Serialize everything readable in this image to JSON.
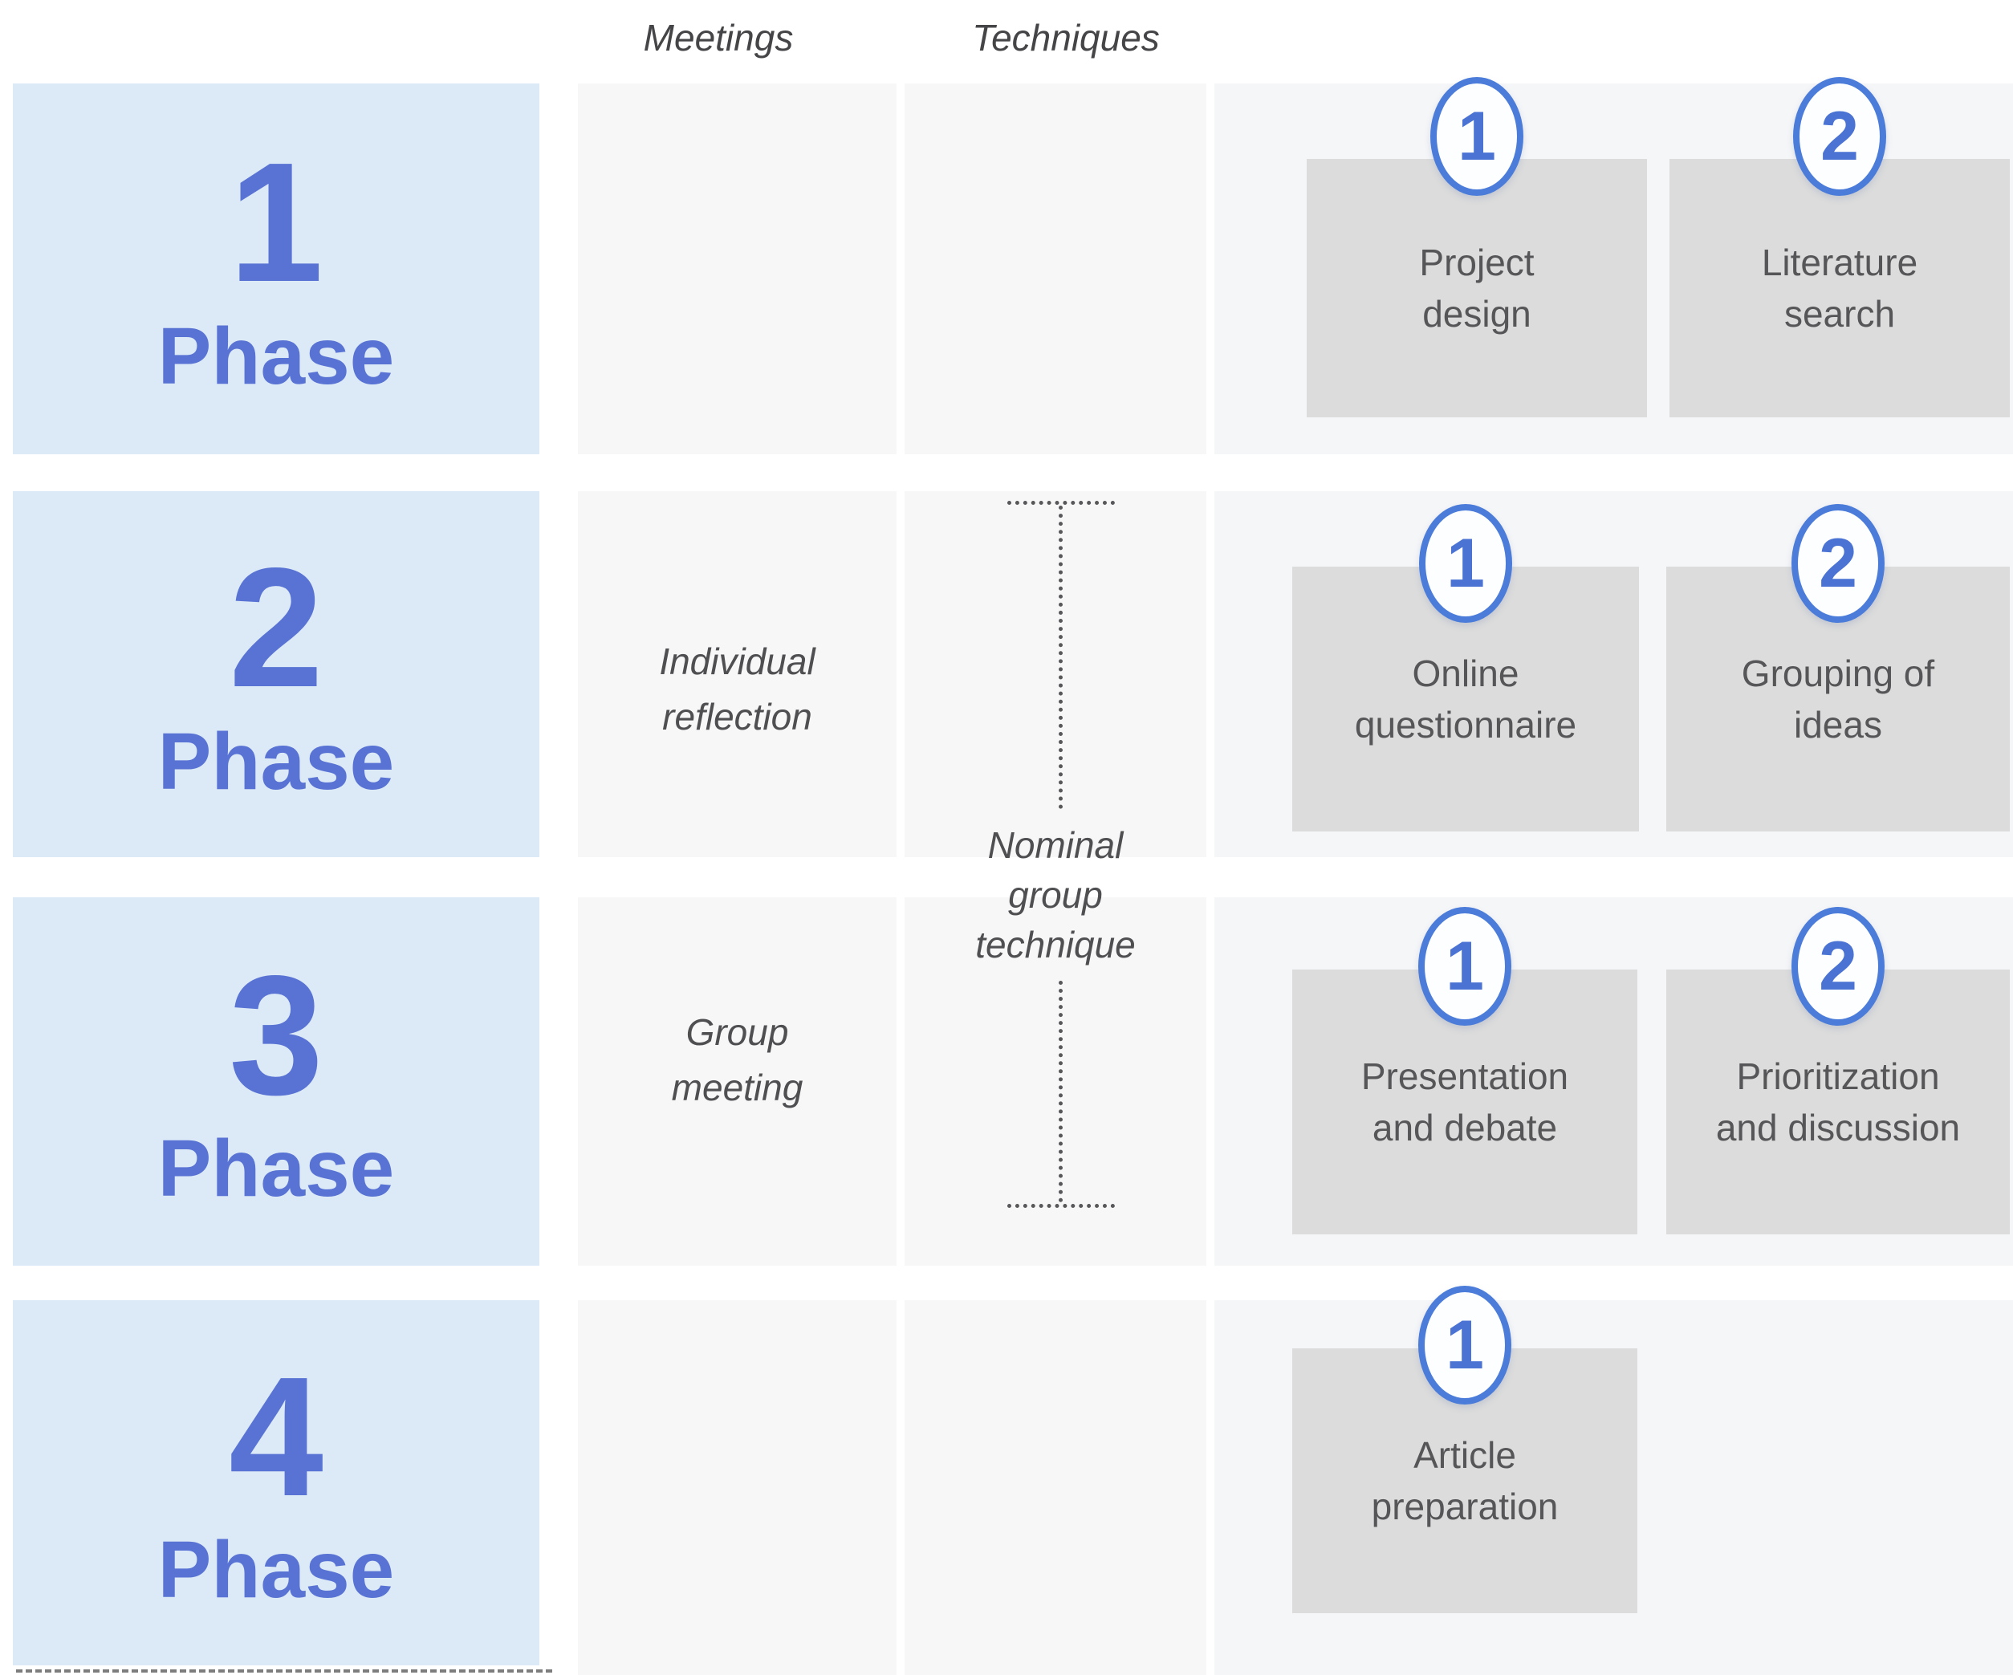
{
  "columns": {
    "meetings_label": "Meetings",
    "techniques_label": "Techniques"
  },
  "technique_bracket": {
    "lines": [
      "Nominal",
      "group",
      "technique"
    ]
  },
  "phases": [
    {
      "number": "1",
      "label": "Phase",
      "meeting_lines": [],
      "steps": [
        {
          "num": "1",
          "lines": [
            "Project",
            "design"
          ]
        },
        {
          "num": "2",
          "lines": [
            "Literature",
            "search"
          ]
        }
      ]
    },
    {
      "number": "2",
      "label": "Phase",
      "meeting_lines": [
        "Individual",
        "reflection"
      ],
      "steps": [
        {
          "num": "1",
          "lines": [
            "Online",
            "questionnaire"
          ]
        },
        {
          "num": "2",
          "lines": [
            "Grouping of",
            "ideas"
          ]
        }
      ]
    },
    {
      "number": "3",
      "label": "Phase",
      "meeting_lines": [
        "Group",
        "meeting"
      ],
      "steps": [
        {
          "num": "1",
          "lines": [
            "Presentation",
            "and debate"
          ]
        },
        {
          "num": "2",
          "lines": [
            "Prioritization",
            "and discussion"
          ]
        }
      ]
    },
    {
      "number": "4",
      "label": "Phase",
      "meeting_lines": [],
      "steps": [
        {
          "num": "1",
          "lines": [
            "Article",
            "preparation"
          ]
        }
      ]
    }
  ],
  "colors": {
    "phase_box_bg": "#dce9f7",
    "phase_text": "#5873d3",
    "badge_border": "#4b7cd9",
    "badge_digit": "#4a73d4",
    "step_box_bg": "#dcdcdc",
    "step_text": "#565659",
    "strip_bg": "#f6f7f8",
    "header_text": "#454548",
    "dotted_line": "#58585a"
  }
}
